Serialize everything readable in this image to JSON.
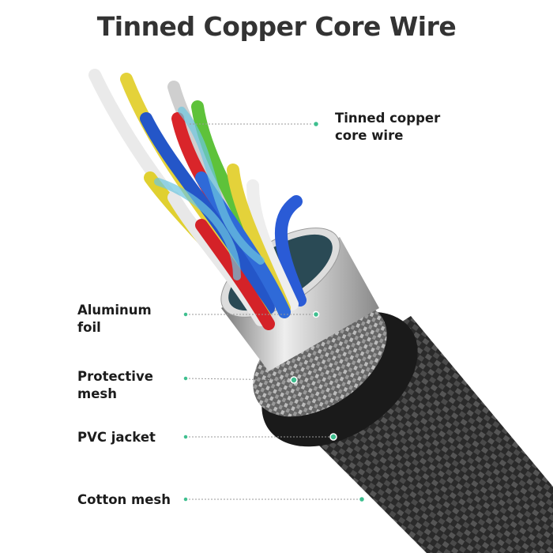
{
  "title": "Tinned Copper Core Wire",
  "labels": {
    "core_wire": [
      "Tinned copper",
      "core wire"
    ],
    "aluminum_foil": [
      "Aluminum",
      "foil"
    ],
    "protective_mesh": [
      "Protective",
      "mesh"
    ],
    "pvc_jacket": "PVC jacket",
    "cotton_mesh": "Cotton mesh"
  },
  "colors": {
    "accent": "#3fbf8f",
    "text": "#1c1c1c"
  }
}
